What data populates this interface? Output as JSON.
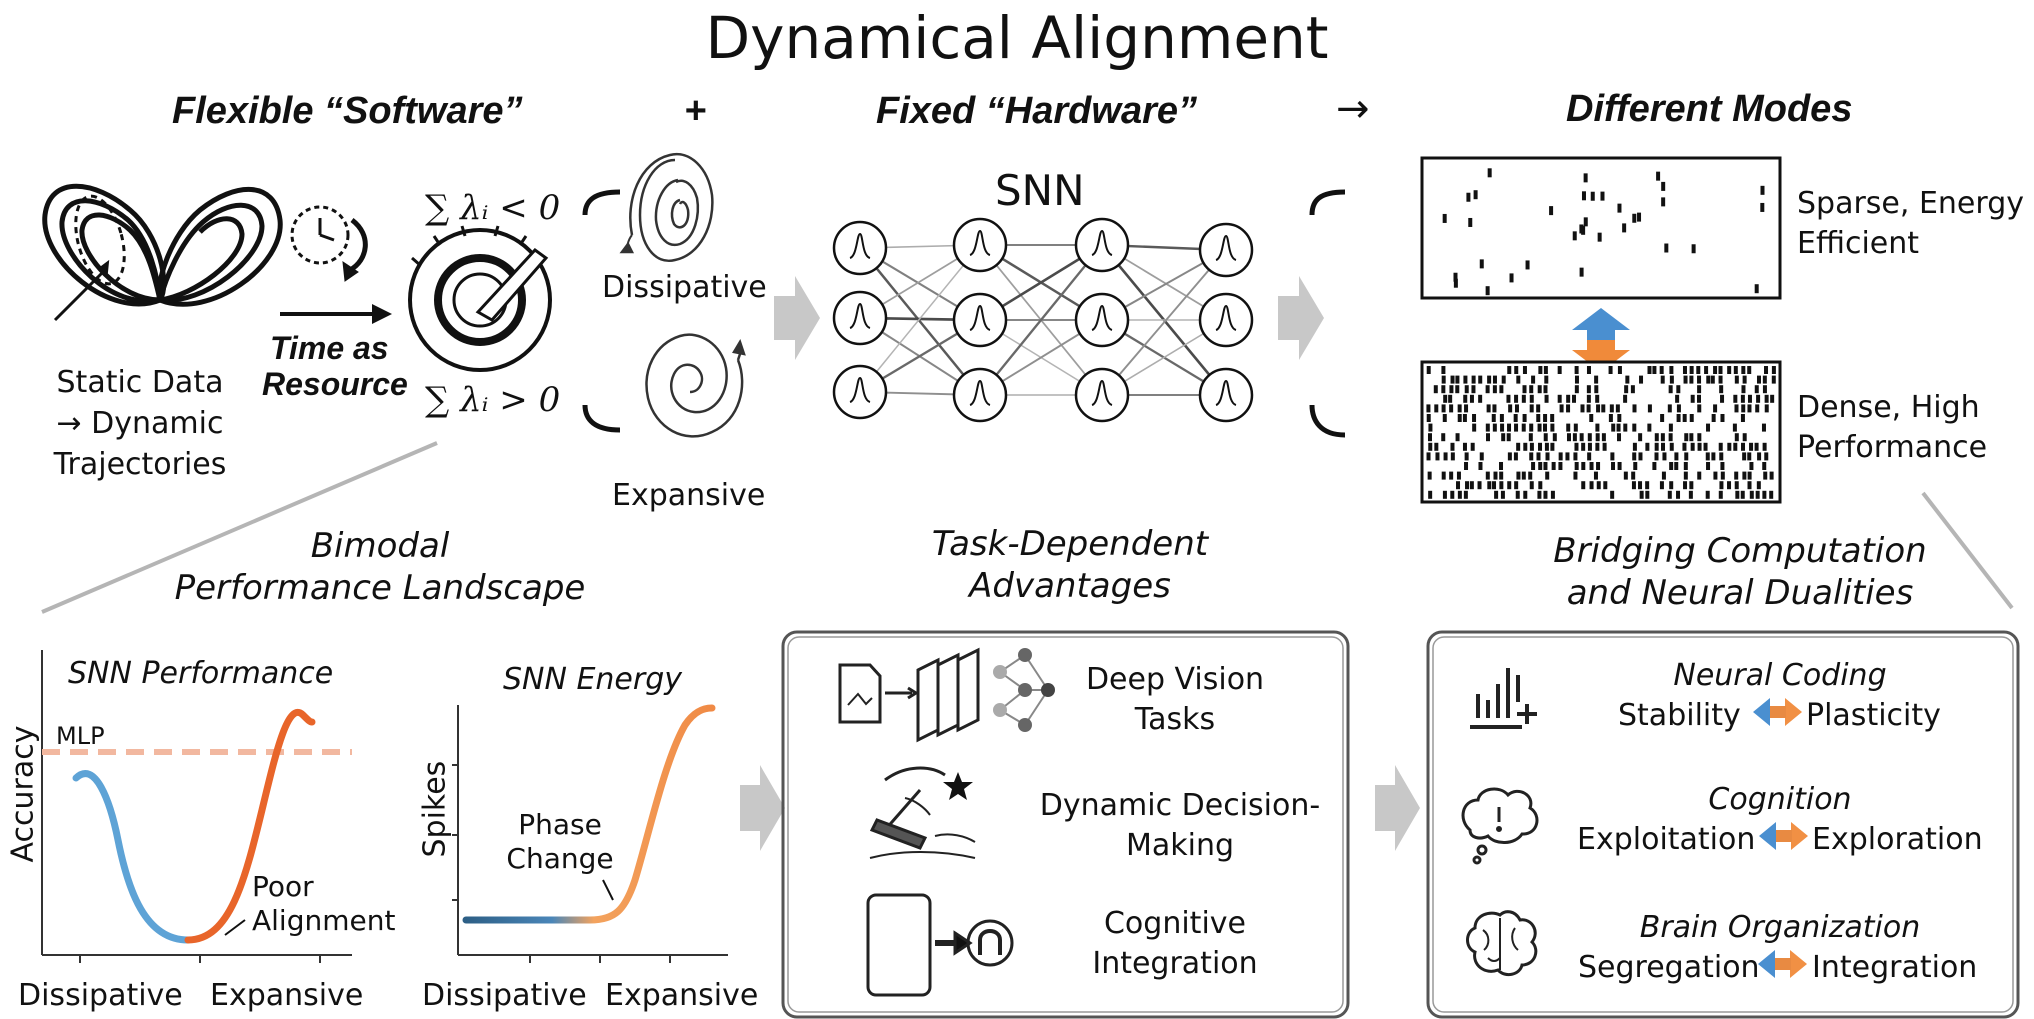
{
  "title": "Dynamical Alignment",
  "sections": {
    "software": "Flexible “Software”",
    "plus": "+",
    "hardware": "Fixed “Hardware”",
    "arrow": "→",
    "modes": "Different Modes"
  },
  "software_panel": {
    "static_data": [
      "Static Data",
      "→ Dynamic",
      "Trajectories"
    ],
    "time_as": "Time as",
    "resource": "Resource",
    "sum_neg": "∑ λᵢ < 0",
    "sum_pos": "∑ λᵢ > 0",
    "dissipative": "Dissipative",
    "expansive": "Expansive"
  },
  "hardware_panel": {
    "snn": "SNN"
  },
  "modes_panel": {
    "sparse": [
      "Sparse, Energy",
      "Efficient"
    ],
    "dense": [
      "Dense, High",
      "Performance"
    ]
  },
  "bimodal": {
    "heading": [
      "Bimodal",
      "Performance Landscape"
    ],
    "perf_title": "SNN Performance",
    "energy_title": "SNN Energy",
    "mlp": "MLP",
    "accuracy": "Accuracy",
    "spikes": "Spikes",
    "poor": [
      "Poor",
      "Alignment"
    ],
    "phase": [
      "Phase",
      "Change"
    ],
    "x_left": "Dissipative",
    "x_right": "Expansive"
  },
  "task": {
    "heading": [
      "Task-Dependent",
      "Advantages"
    ],
    "items": [
      {
        "label": [
          "Deep Vision",
          "Tasks"
        ],
        "icon": "vision-pipeline-icon"
      },
      {
        "label": [
          "Dynamic Decision-",
          "Making"
        ],
        "icon": "decision-icon"
      },
      {
        "label": [
          "Cognitive",
          "Integration"
        ],
        "icon": "integration-icon"
      }
    ]
  },
  "bridge": {
    "heading": [
      "Bridging Computation",
      "and Neural Dualities"
    ],
    "items": [
      {
        "title": "Neural Coding",
        "left": "Stability",
        "right": "Plasticity",
        "icon": "bar-chart-plus-icon"
      },
      {
        "title": "Cognition",
        "left": "Exploitation",
        "right": "Exploration",
        "icon": "thought-bubble-icon"
      },
      {
        "title": "Brain Organization",
        "left": "Segregation",
        "right": "Integration",
        "icon": "brain-icon"
      }
    ]
  },
  "colors": {
    "blue": "#3b82b8",
    "orange": "#e8823a",
    "mlp_dash": "#f2b8a0",
    "gray_arrow": "#c8c8c8"
  }
}
